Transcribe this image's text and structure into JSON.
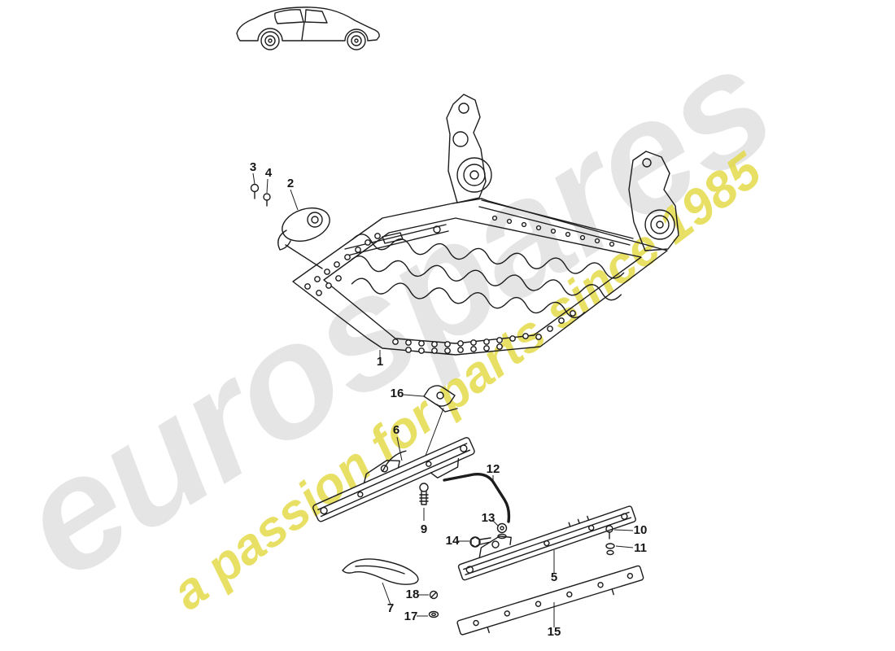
{
  "watermark": {
    "brand": "eurospares",
    "tagline": "a passion for parts since 1985",
    "brand_color": "#d6d6d6",
    "tagline_color": "#e3d93f"
  },
  "diagram": {
    "car_icon": "porsche-911-silhouette",
    "line_color": "#1c1c1c"
  },
  "parts": {
    "1": "1",
    "2": "2",
    "3": "3",
    "4": "4",
    "5": "5",
    "6": "6",
    "7": "7",
    "9": "9",
    "10": "10",
    "11": "11",
    "12": "12",
    "13": "13",
    "14": "14",
    "15": "15",
    "16": "16",
    "17": "17",
    "18": "18"
  }
}
